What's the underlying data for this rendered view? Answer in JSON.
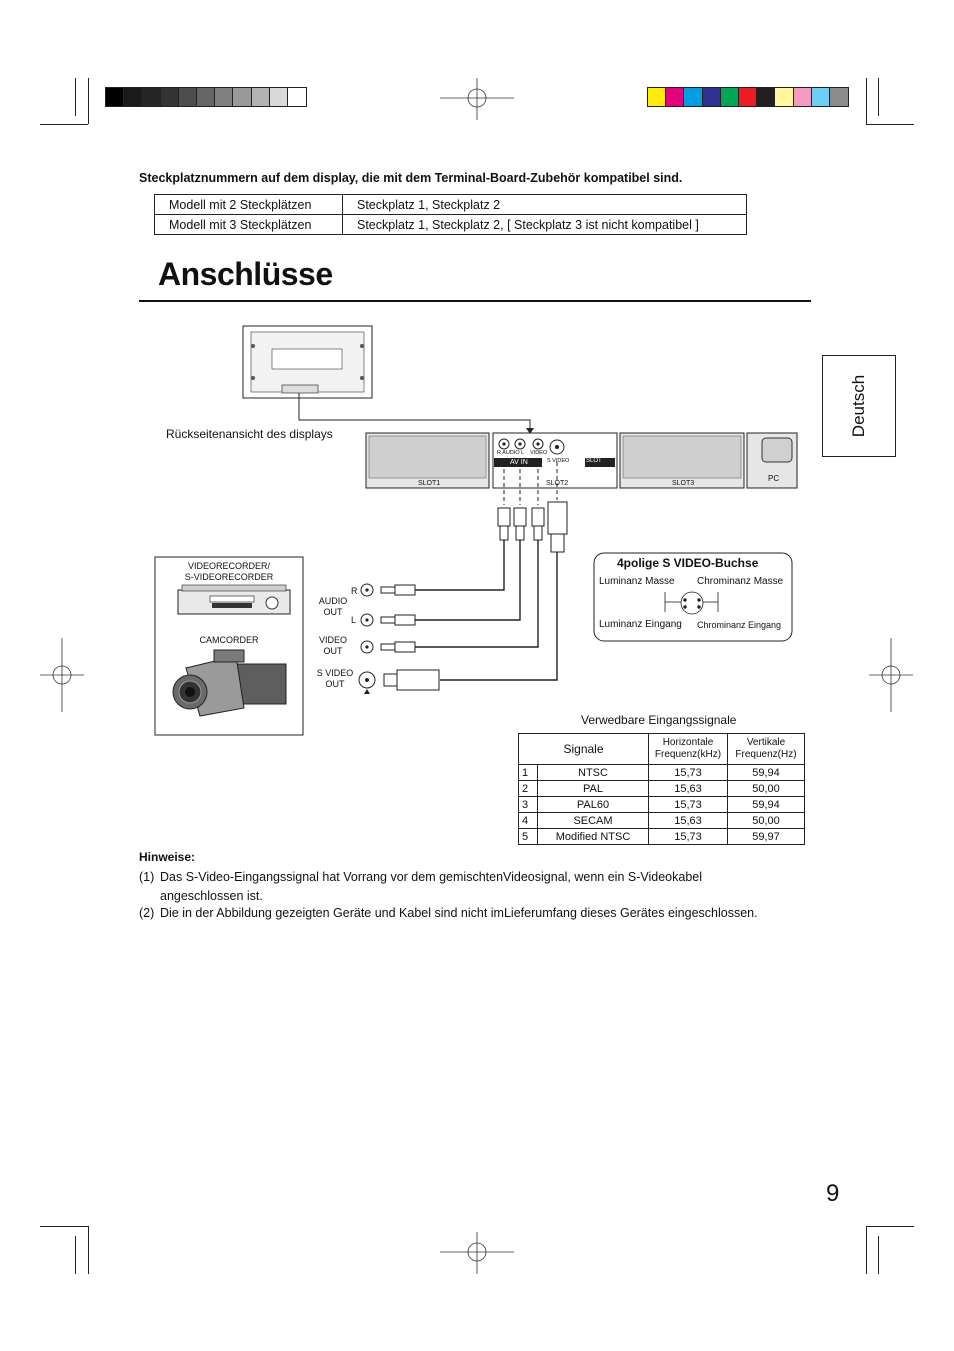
{
  "header": {
    "gray_swatches": [
      "#000000",
      "#1a1a1a",
      "#262626",
      "#333333",
      "#4d4d4d",
      "#666666",
      "#808080",
      "#999999",
      "#b3b3b3",
      "#d9d9d9",
      "#ffffff"
    ],
    "color_swatches": [
      "#ffed00",
      "#e6007e",
      "#009fe3",
      "#2e3192",
      "#00a651",
      "#ed1c24",
      "#231f20",
      "#fff799",
      "#f49ac1",
      "#6dcff6",
      "#8c8c8c"
    ]
  },
  "intro": {
    "heading": "Steckplatznummern auf dem display, die mit dem Terminal-Board-Zubehör kompatibel sind.",
    "rows": [
      {
        "model": "Modell mit 2 Steckplätzen",
        "slots": "Steckplatz 1,  Steckplatz 2"
      },
      {
        "model": "Modell mit 3 Steckplätzen",
        "slots": "Steckplatz 1,  Steckplatz 2,  [ Steckplatz 3 ist nicht kompatibel ]"
      }
    ]
  },
  "title": "Anschlüsse",
  "side_tab": "Deutsch",
  "diagram": {
    "rear_label": "Rückseitenansicht des displays",
    "slot1": "SLOT1",
    "slot2": "SLOT2",
    "slot3": "SLOT3",
    "pc": "PC",
    "av_in": "AV IN",
    "r_audio_l": "R  AUDIO  L",
    "video_small": "VIDEO",
    "s_video_small": "S VIDEO",
    "slot_tag": "SLOT",
    "device_vcr": "VIDEORECORDER/\nS-VIDEORECORDER",
    "device_camcorder": "CAMCORDER",
    "jack_r": "R",
    "jack_l": "L",
    "audio_out": "AUDIO\nOUT",
    "video_out": "VIDEO\nOUT",
    "svideo_out": "S VIDEO\nOUT",
    "svideo_box": {
      "title": "4polige S VIDEO-Buchse",
      "lum_gnd": "Luminanz Masse",
      "chrom_gnd": "Chrominanz Masse",
      "lum_in": "Luminanz Eingang",
      "chrom_in": "Chrominanz Eingang"
    }
  },
  "signals": {
    "caption": "Verwedbare Eingangssignale",
    "headers": {
      "signal": "Signale",
      "h": "Horizontale\nFrequenz(kHz)",
      "v": "Vertikale\nFrequenz(Hz)"
    },
    "rows": [
      {
        "n": "1",
        "name": "NTSC",
        "h": "15,73",
        "v": "59,94"
      },
      {
        "n": "2",
        "name": "PAL",
        "h": "15,63",
        "v": "50,00"
      },
      {
        "n": "3",
        "name": "PAL60",
        "h": "15,73",
        "v": "59,94"
      },
      {
        "n": "4",
        "name": "SECAM",
        "h": "15,63",
        "v": "50,00"
      },
      {
        "n": "5",
        "name": "Modified NTSC",
        "h": "15,73",
        "v": "59,97"
      }
    ]
  },
  "notes": {
    "heading": "Hinweise:",
    "n1_num": "(1)",
    "n1": "Das S-Video-Eingangssignal hat Vorrang vor dem gemischtenVideosignal, wenn ein S-Videokabel",
    "n1b": "angeschlossen ist.",
    "n2_num": "(2)",
    "n2": "Die in der Abbildung gezeigten Geräte und Kabel sind nicht imLieferumfang dieses Gerätes eingeschlossen."
  },
  "page_number": "9"
}
